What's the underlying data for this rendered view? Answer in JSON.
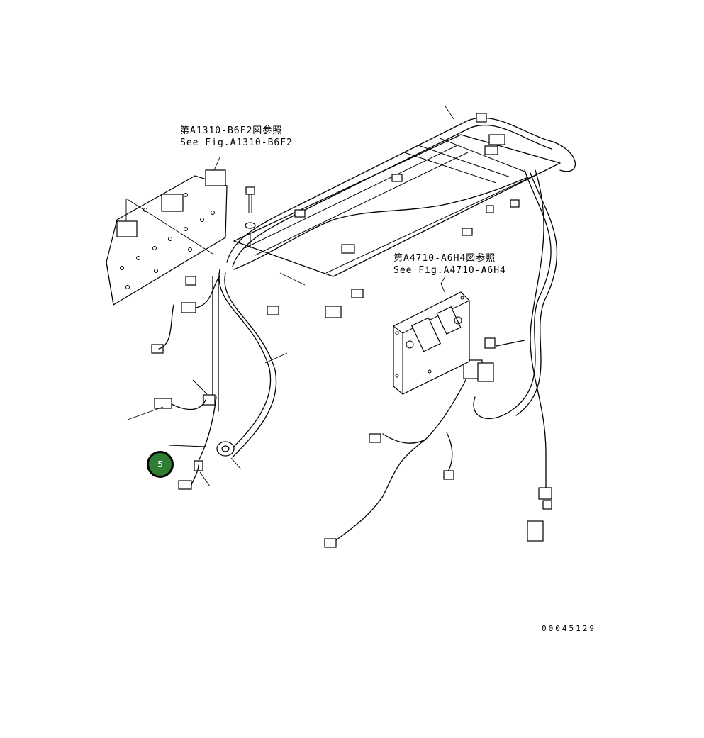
{
  "references": [
    {
      "jp": "第A1310-B6F2図参照",
      "en": "See Fig.A1310-B6F2"
    },
    {
      "jp": "第A4710-A6H4図参照",
      "en": "See Fig.A4710-A6H4"
    }
  ],
  "callout": {
    "number": "5",
    "color": "#2e7d32"
  },
  "drawing_number": "00045129",
  "icons": [
    "wiring-harness-drawing",
    "controller-unit",
    "mounting-bracket",
    "bolt",
    "connector"
  ]
}
